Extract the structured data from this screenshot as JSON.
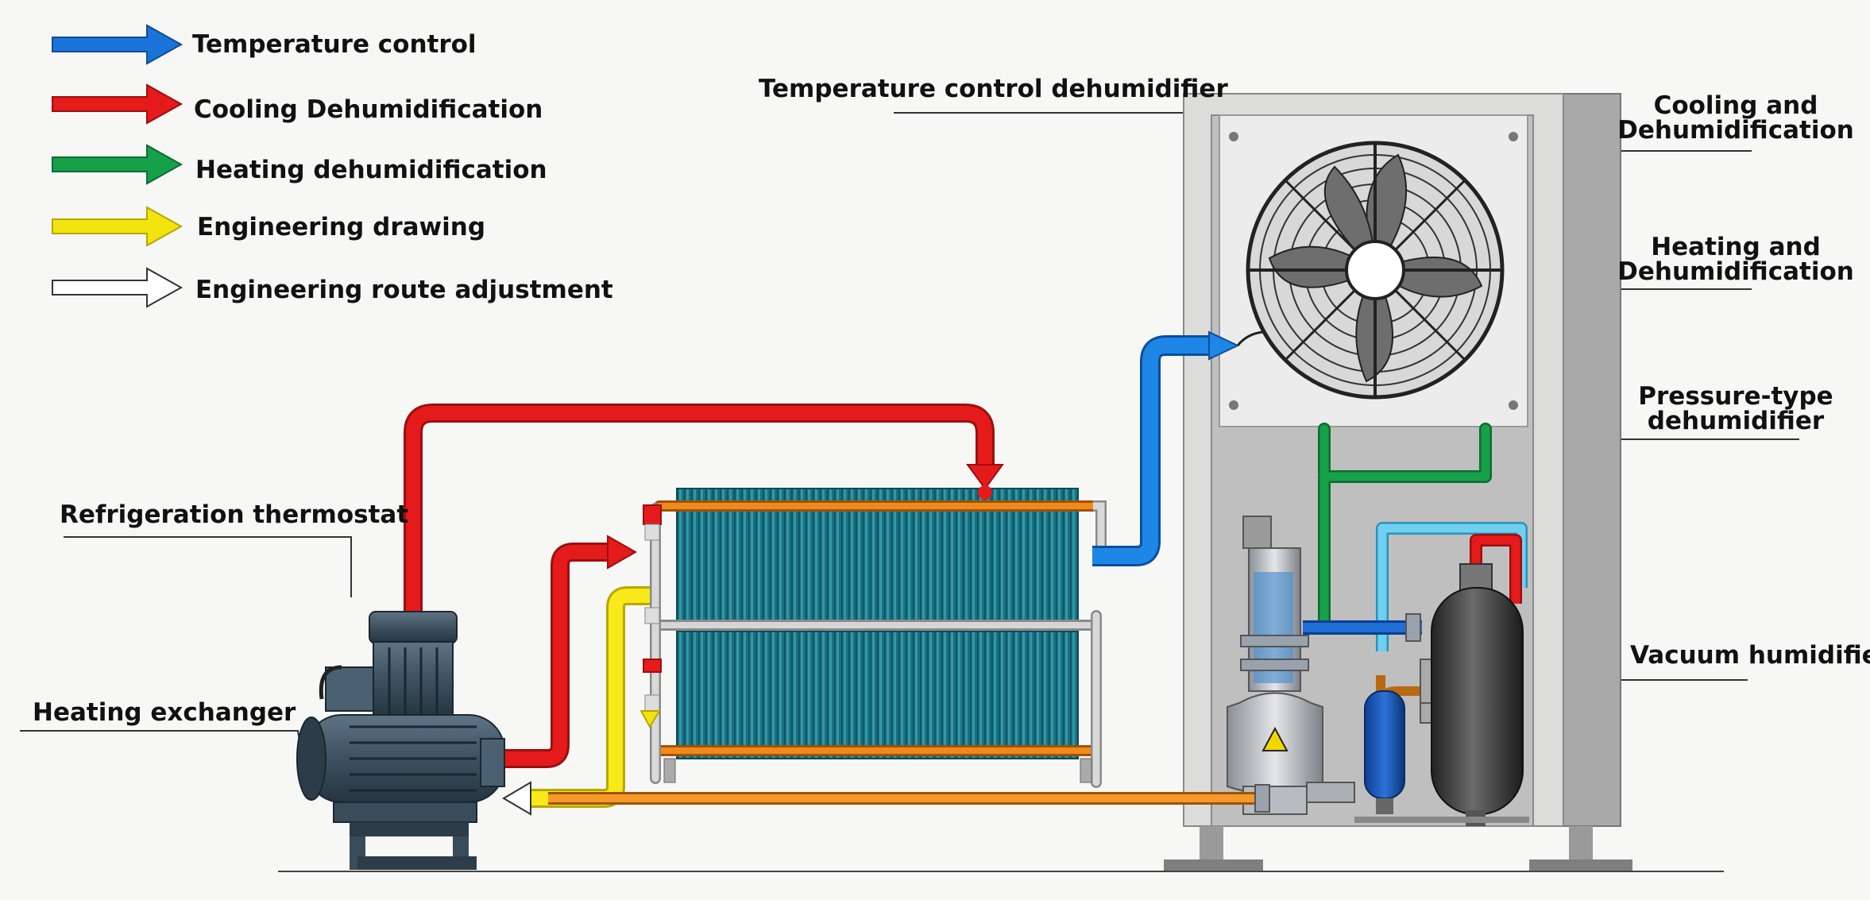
{
  "legend": [
    {
      "label": "Temperature control",
      "color": "#1a73d9",
      "icon": "arrow-right-icon"
    },
    {
      "label": "Cooling Dehumidification",
      "color": "#e51b1b",
      "icon": "arrow-right-icon"
    },
    {
      "label": "Heating dehumidification",
      "color": "#16a04a",
      "icon": "arrow-right-icon"
    },
    {
      "label": "Engineering drawing",
      "color": "#f2e40f",
      "icon": "arrow-right-icon"
    },
    {
      "label": "Engineering route adjustment",
      "color": "#ffffff",
      "icon": "arrow-right-icon"
    }
  ],
  "labels": {
    "temperature_control_dehumidifier": "Temperature control dehumidifier",
    "cooling_and_dehumidification": [
      "Cooling and",
      "Dehumidification"
    ],
    "heating_and_dehumidification": [
      "Heating and",
      "Dehumidification"
    ],
    "pressure_type_dehumidifier": [
      "Pressure-type",
      "dehumidifier"
    ],
    "vacuum_humidifier": "Vacuum humidifier",
    "refrigeration_thermostat": "Refrigeration thermostat",
    "heating_exchanger": "Heating exchanger"
  },
  "colors": {
    "red": "#e51b1b",
    "blue": "#1a73d9",
    "light_blue": "#5bc4e8",
    "green": "#16a04a",
    "yellow": "#f2e40f",
    "orange": "#f08a1c",
    "coil": "#1f7d8c",
    "cabinet": "#e9e9e7"
  }
}
